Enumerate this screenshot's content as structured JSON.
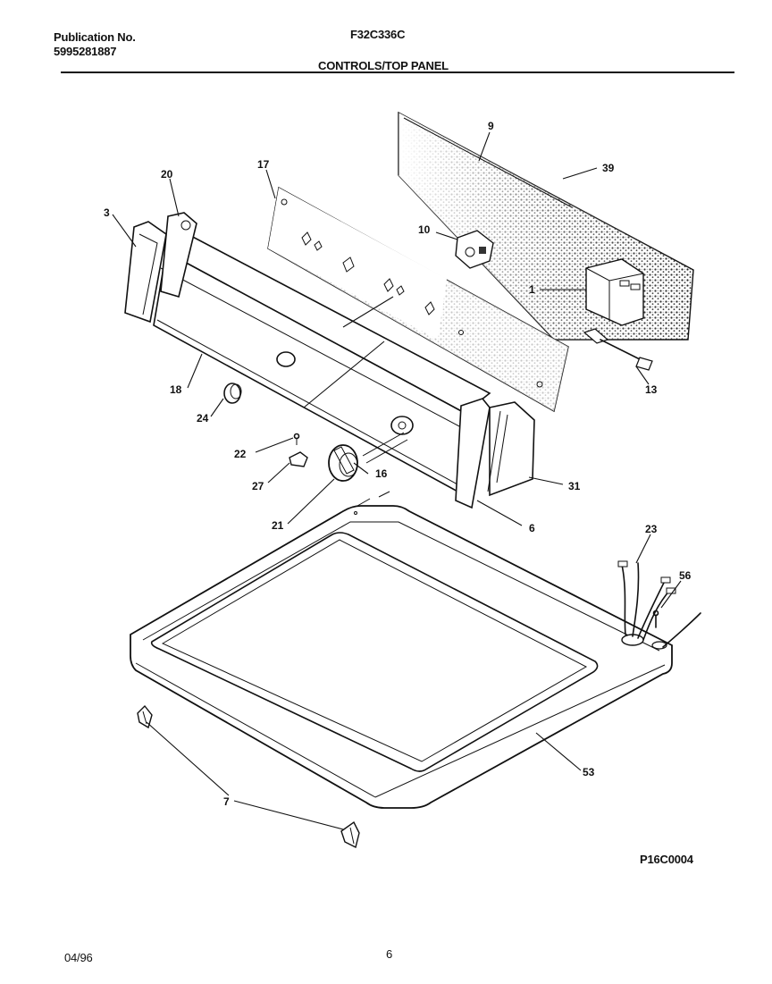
{
  "header": {
    "publication_label": "Publication No.",
    "publication_number": "5995281887",
    "model": "F32C336C",
    "section_title": "CONTROLS/TOP PANEL"
  },
  "footer": {
    "date": "04/96",
    "page_number": "6",
    "diagram_code": "P16C0004"
  },
  "callouts": {
    "c1": "1",
    "c3": "3",
    "c6": "6",
    "c7": "7",
    "c9": "9",
    "c10": "10",
    "c13": "13",
    "c16": "16",
    "c17": "17",
    "c18": "18",
    "c20": "20",
    "c21": "21",
    "c22": "22",
    "c23": "23",
    "c24": "24",
    "c27": "27",
    "c31": "31",
    "c39": "39",
    "c53": "53",
    "c56": "56"
  }
}
